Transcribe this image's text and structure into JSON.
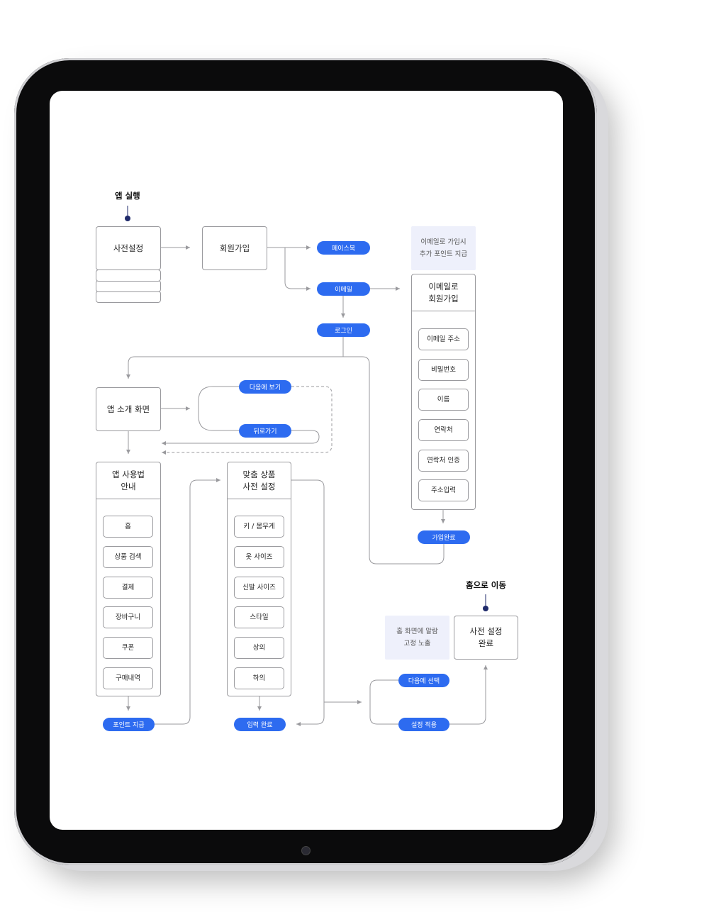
{
  "start_label": "앱 실행",
  "end_label": "홈으로 이동",
  "setup_box": "사전설정",
  "signup_box": "회원가입",
  "pill_facebook": "페이스북",
  "pill_email": "이메일",
  "pill_login": "로그인",
  "note_email_bonus": [
    "이메일로 가입시",
    "추가 포인트 지급"
  ],
  "email_signup_title": [
    "이메일로",
    "회원가입"
  ],
  "email_fields": [
    "이메일 주소",
    "비밀번호",
    "이름",
    "연락처",
    "연락처 인증",
    "주소입력"
  ],
  "pill_signup_done": "가입완료",
  "intro_box": "앱 소개 화면",
  "pill_later": "다음에 보기",
  "pill_back": "뒤로가기",
  "guide_title": [
    "앱 사용법",
    "안내"
  ],
  "guide_items": [
    "홈",
    "상품 검색",
    "결제",
    "장바구니",
    "쿠폰",
    "구매내역"
  ],
  "pill_points": "포인트 지급",
  "custom_title": [
    "맞춤 상품",
    "사전 설정"
  ],
  "custom_items": [
    "키 / 몸무게",
    "옷 사이즈",
    "신발 사이즈",
    "스타일",
    "상의",
    "하의"
  ],
  "pill_input_done": "입력 완료",
  "note_home_alert": [
    "홈 화면에 알람",
    "고정 노출"
  ],
  "setup_done_box": [
    "사전 설정",
    "완료"
  ],
  "pill_choose_later": "다음에 선택",
  "pill_apply": "설정 적용"
}
